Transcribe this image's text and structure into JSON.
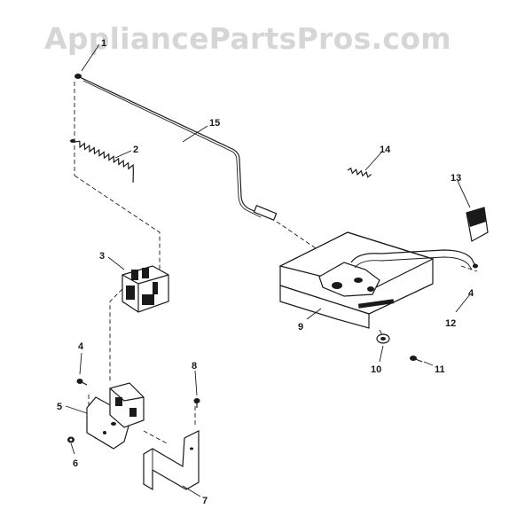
{
  "watermark": "AppliancePartsPros.com",
  "callouts": {
    "c1": "1",
    "c2": "2",
    "c3": "3",
    "c4a": "4",
    "c4b": "4",
    "c5": "5",
    "c6": "6",
    "c7": "7",
    "c8": "8",
    "c9": "9",
    "c10": "10",
    "c11": "11",
    "c12": "12",
    "c13": "13",
    "c14": "14",
    "c15": "15"
  }
}
